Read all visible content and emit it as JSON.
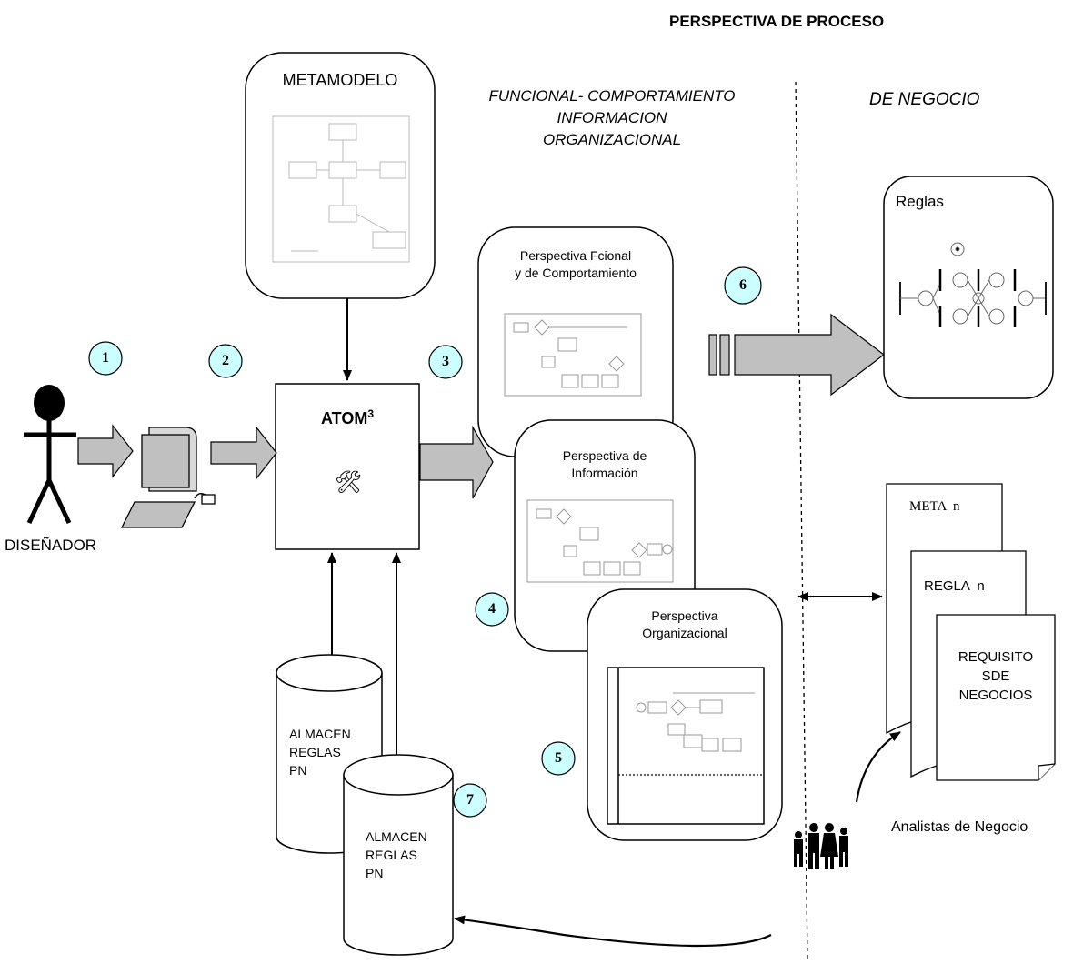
{
  "header": {
    "process_perspective": "PERSPECTIVA DE PROCESO",
    "left_area": "FUNCIONAL- COMPORTAMIENTO\nINFORMACION\nORGANIZACIONAL",
    "right_area": "DE NEGOCIO"
  },
  "designer": {
    "label": "DISEÑADOR"
  },
  "metamodel": {
    "title": "METAMODELO"
  },
  "atom": {
    "label": "ATOM",
    "superscript": "3",
    "tool_icon": "🛠"
  },
  "steps": [
    "1",
    "2",
    "3",
    "4",
    "5",
    "6",
    "7"
  ],
  "perspectives": {
    "functional": "Perspectiva Fcional\ny de Comportamiento",
    "information": "Perspectiva de\nInformación",
    "organizational": "Perspectiva\nOrganizacional"
  },
  "rules": {
    "title": "Reglas"
  },
  "documents": {
    "meta": "META  n",
    "regla": "REGLA  n",
    "requisito": "REQUISITO\nSDE\nNEGOCIOS"
  },
  "stores": {
    "back": "ALMACEN\nREGLAS\nPN",
    "front": "ALMACEN\nREGLAS\nPN"
  },
  "analysts": {
    "label": "Analistas de Negocio"
  },
  "colors": {
    "arrow_fill": "#c0c0c0",
    "step_circle_fill": "#ccffff",
    "line": "#000000"
  }
}
